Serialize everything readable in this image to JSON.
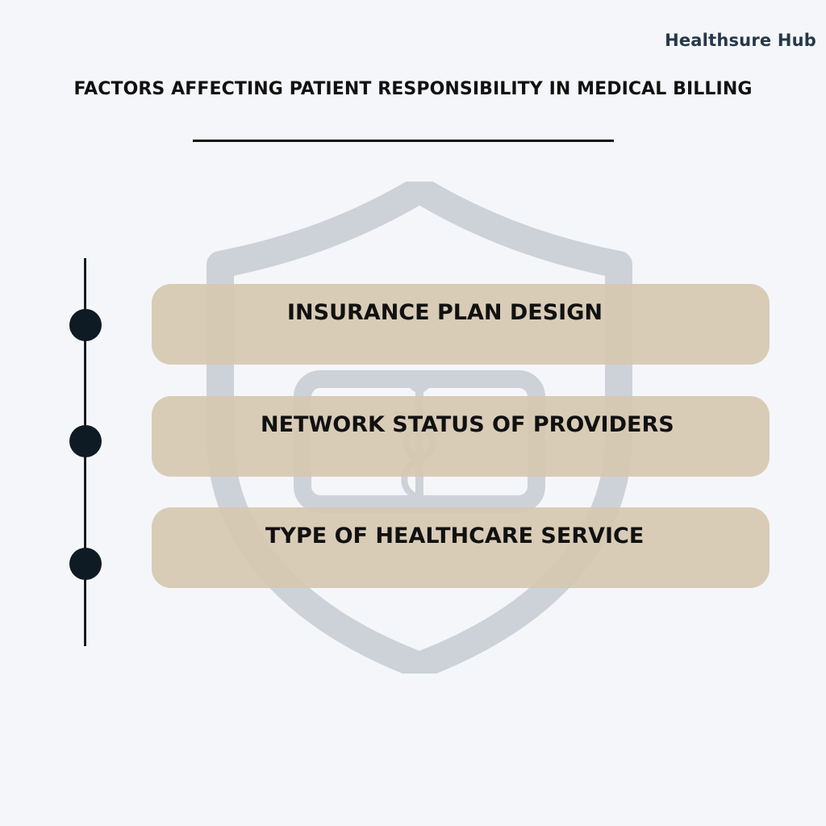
{
  "brand": "Healthsure Hub",
  "title": "FACTORS AFFECTING PATIENT RESPONSIBILITY IN MEDICAL BILLING",
  "watermark_icon": "shield-medical-icon",
  "colors": {
    "background": "#f5f6f9",
    "brand_text": "#26384a",
    "card_fill": "#d6c8b0",
    "timeline": "#0f1b24",
    "watermark": "#cdd2d9"
  },
  "factors": [
    {
      "label": "INSURANCE PLAN DESIGN"
    },
    {
      "label": "NETWORK STATUS OF PROVIDERS"
    },
    {
      "label": "TYPE OF HEALTHCARE SERVICE"
    }
  ]
}
